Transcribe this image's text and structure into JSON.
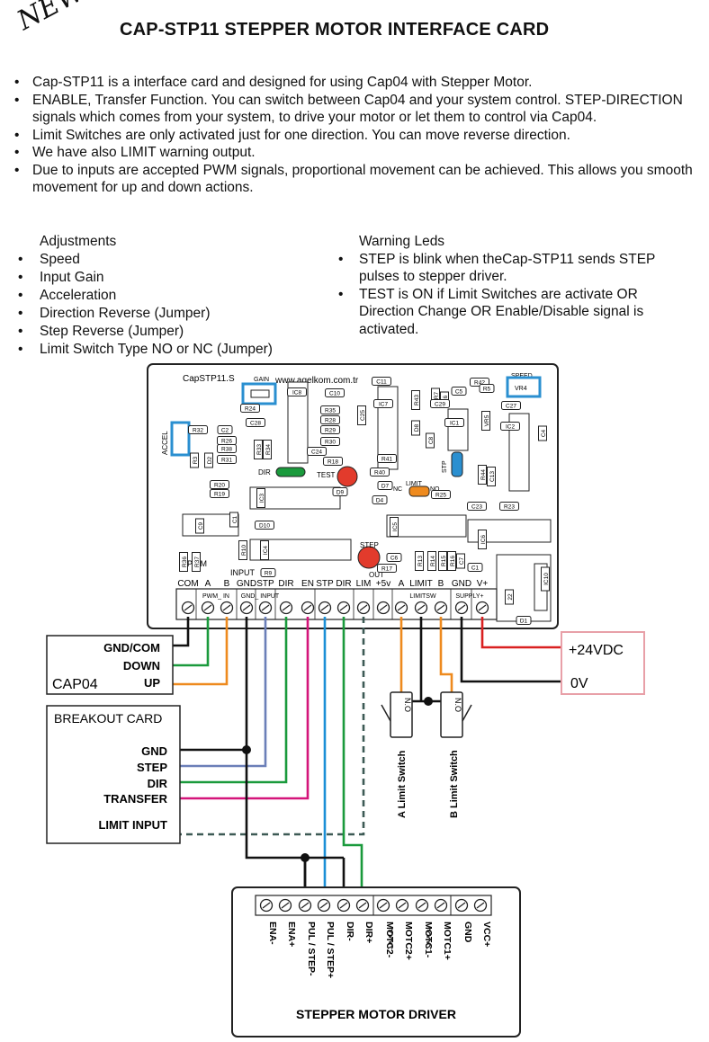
{
  "badge": "NEW",
  "title": "CAP-STP11 STEPPER MOTOR INTERFACE CARD",
  "intro": [
    "Cap-STP11 is a interface card and designed for using Cap04 with Stepper Motor.",
    "ENABLE, Transfer Function. You can switch between Cap04 and your system control. STEP-DIRECTION signals which comes from your system, to drive your motor or let them to control via Cap04.",
    "Limit Switches are only activated just for one direction. You can move reverse direction.",
    "We have also LIMIT warning output.",
    "Due to inputs are accepted PWM signals, proportional movement can be achieved. This allows you smooth movement for up and down actions."
  ],
  "adjustments": {
    "heading": "Adjustments",
    "items": [
      "Speed",
      "Input Gain",
      "Acceleration",
      "Direction Reverse (Jumper)",
      "Step Reverse (Jumper)",
      "Limit Switch Type NO or NC (Jumper)"
    ]
  },
  "warning_leds": {
    "heading": "Warning Leds",
    "items": [
      "STEP  is blink when theCap-STP11 sends STEP pulses to stepper driver.",
      "TEST is ON  if Limit Switches are activate OR Direction Change OR Enable/Disable signal is activated."
    ]
  },
  "board": {
    "name": "CapSTP11.S",
    "url": "www.agelkom.com.tr",
    "pot_gain": "GAIN",
    "pot_speed": "SPEED",
    "pot_accel": "ACCEL",
    "vr4": "VR4",
    "led_dir": "DIR",
    "led_test": "TEST",
    "led_step": "STEP",
    "led_out": "OUT",
    "jumper_limit": "LIMIT",
    "nc": "NC",
    "no": "NO",
    "stp": "STP",
    "pwm": "PWM",
    "input": "INPUT",
    "comps": [
      {
        "t": "IC8"
      },
      {
        "t": "C10"
      },
      {
        "t": "C11"
      },
      {
        "t": "IC7"
      },
      {
        "t": "C5"
      },
      {
        "t": "R43"
      },
      {
        "t": "R7"
      },
      {
        "t": "R6"
      },
      {
        "t": "R42"
      },
      {
        "t": "C29"
      },
      {
        "t": "IC1"
      },
      {
        "t": "C27"
      },
      {
        "t": "IC2"
      },
      {
        "t": "C4"
      },
      {
        "t": "R24"
      },
      {
        "t": "C25"
      },
      {
        "t": "R35"
      },
      {
        "t": "R28"
      },
      {
        "t": "R29"
      },
      {
        "t": "R30"
      },
      {
        "t": "C24"
      },
      {
        "t": "R18"
      },
      {
        "t": "R40"
      },
      {
        "t": "R32"
      },
      {
        "t": "C2"
      },
      {
        "t": "C28"
      },
      {
        "t": "R26"
      },
      {
        "t": "R38"
      },
      {
        "t": "R31"
      },
      {
        "t": "R33"
      },
      {
        "t": "R34"
      },
      {
        "t": "C8"
      },
      {
        "t": "R41"
      },
      {
        "t": "R44"
      },
      {
        "t": "C13"
      },
      {
        "t": "D9"
      },
      {
        "t": "D7"
      },
      {
        "t": "D4"
      },
      {
        "t": "R25"
      },
      {
        "t": "C23"
      },
      {
        "t": "R23"
      },
      {
        "t": "R20"
      },
      {
        "t": "R19"
      },
      {
        "t": "IC3"
      },
      {
        "t": "C9"
      },
      {
        "t": "C1"
      },
      {
        "t": "D10"
      },
      {
        "t": "IC5"
      },
      {
        "t": "IC6"
      },
      {
        "t": "IC4"
      },
      {
        "t": "R10"
      },
      {
        "t": "R9"
      },
      {
        "t": "R36"
      },
      {
        "t": "R37"
      },
      {
        "t": "R17"
      },
      {
        "t": "C6"
      },
      {
        "t": "R13"
      },
      {
        "t": "R14"
      },
      {
        "t": "R15"
      },
      {
        "t": "R16"
      },
      {
        "t": "C7"
      },
      {
        "t": "C1"
      },
      {
        "t": "IC10"
      },
      {
        "t": "22"
      },
      {
        "t": "D1"
      },
      {
        "t": "R3"
      },
      {
        "t": "D2"
      },
      {
        "t": "VR5"
      },
      {
        "t": "D8"
      },
      {
        "t": "R5"
      }
    ],
    "terminals": [
      "COM",
      "A",
      "B",
      "GND",
      "STP",
      "DIR",
      "EN",
      "STP",
      "DIR",
      "LIM",
      "+5v",
      "A",
      "LIMIT",
      "B",
      "GND",
      "V+"
    ],
    "groups": {
      "pwm_in": "PWM_ IN",
      "gnd_input": "GND_ INPUT",
      "limitsw": "LIMITSW",
      "supply": "SUPPLY+"
    }
  },
  "cap04": {
    "name": "CAP04",
    "labels": [
      "GND/COM",
      "DOWN",
      "UP"
    ]
  },
  "supply": {
    "plus": "+24VDC",
    "zero": "0V"
  },
  "breakout": {
    "name": "BREAKOUT CARD",
    "labels": [
      "GND",
      "STEP",
      "DIR",
      "TRANSFER",
      "LIMIT INPUT"
    ]
  },
  "switches": {
    "a": "A Limit Switch",
    "b": "B Limit Switch",
    "a_tag": "N.O",
    "b_tag": "N.O"
  },
  "driver": {
    "name": "STEPPER MOTOR DRIVER",
    "labels": [
      "ENA-",
      "ENA+",
      "PUL / STEP-",
      "PUL / STEP+",
      "DIR-",
      "DIR+",
      "MOTC2-",
      "MOTC2+",
      "MOTC1-",
      "MOTC1+",
      "GND",
      "VCC+"
    ]
  },
  "colors": {
    "green": "#1a9a3c",
    "orange": "#ee8a1e",
    "blue": "#6b7fb8",
    "magenta": "#d4157a",
    "cyan": "#1b8fd6",
    "dashed": "#3d5a55",
    "red": "#d92020",
    "pot": "#2a8fd0"
  }
}
